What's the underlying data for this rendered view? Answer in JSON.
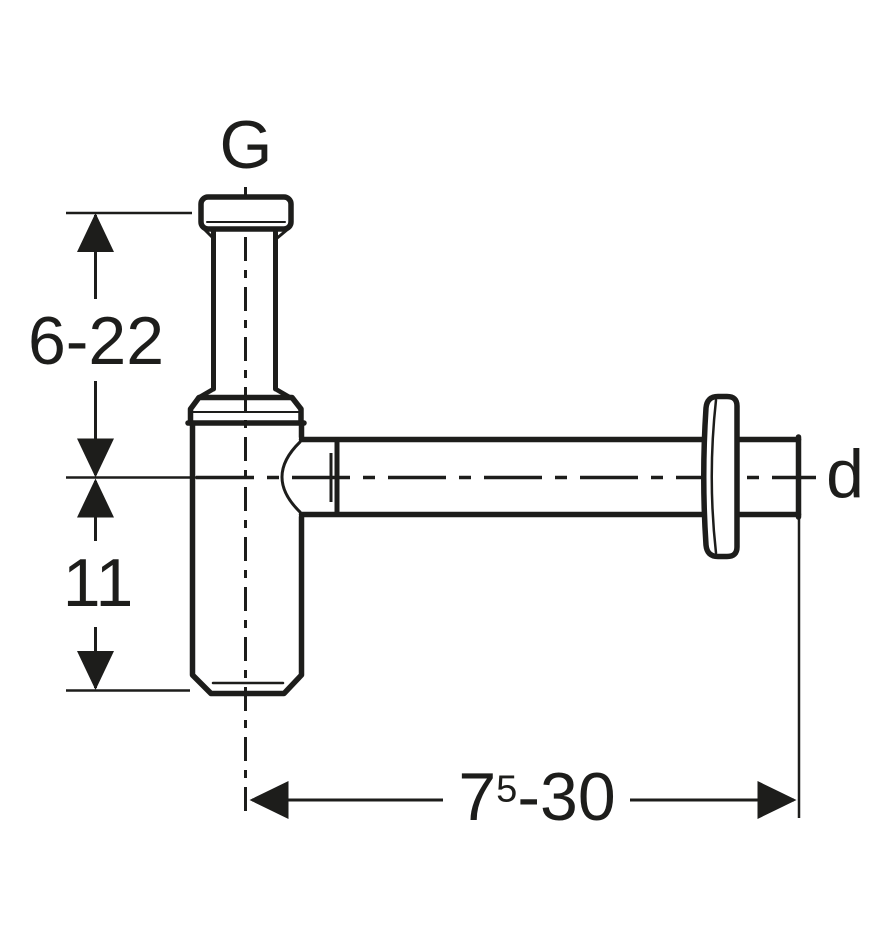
{
  "colors": {
    "line": "#1d1d1b",
    "background": "#ffffff"
  },
  "labels": {
    "inlet_thread": "G",
    "outlet_diameter": "d"
  },
  "dimensions": {
    "inlet_height_range": "6-22",
    "body_depth_below_centerline": "11",
    "outlet_length": {
      "base": "7",
      "superscript": "5",
      "rest": "-30"
    }
  }
}
